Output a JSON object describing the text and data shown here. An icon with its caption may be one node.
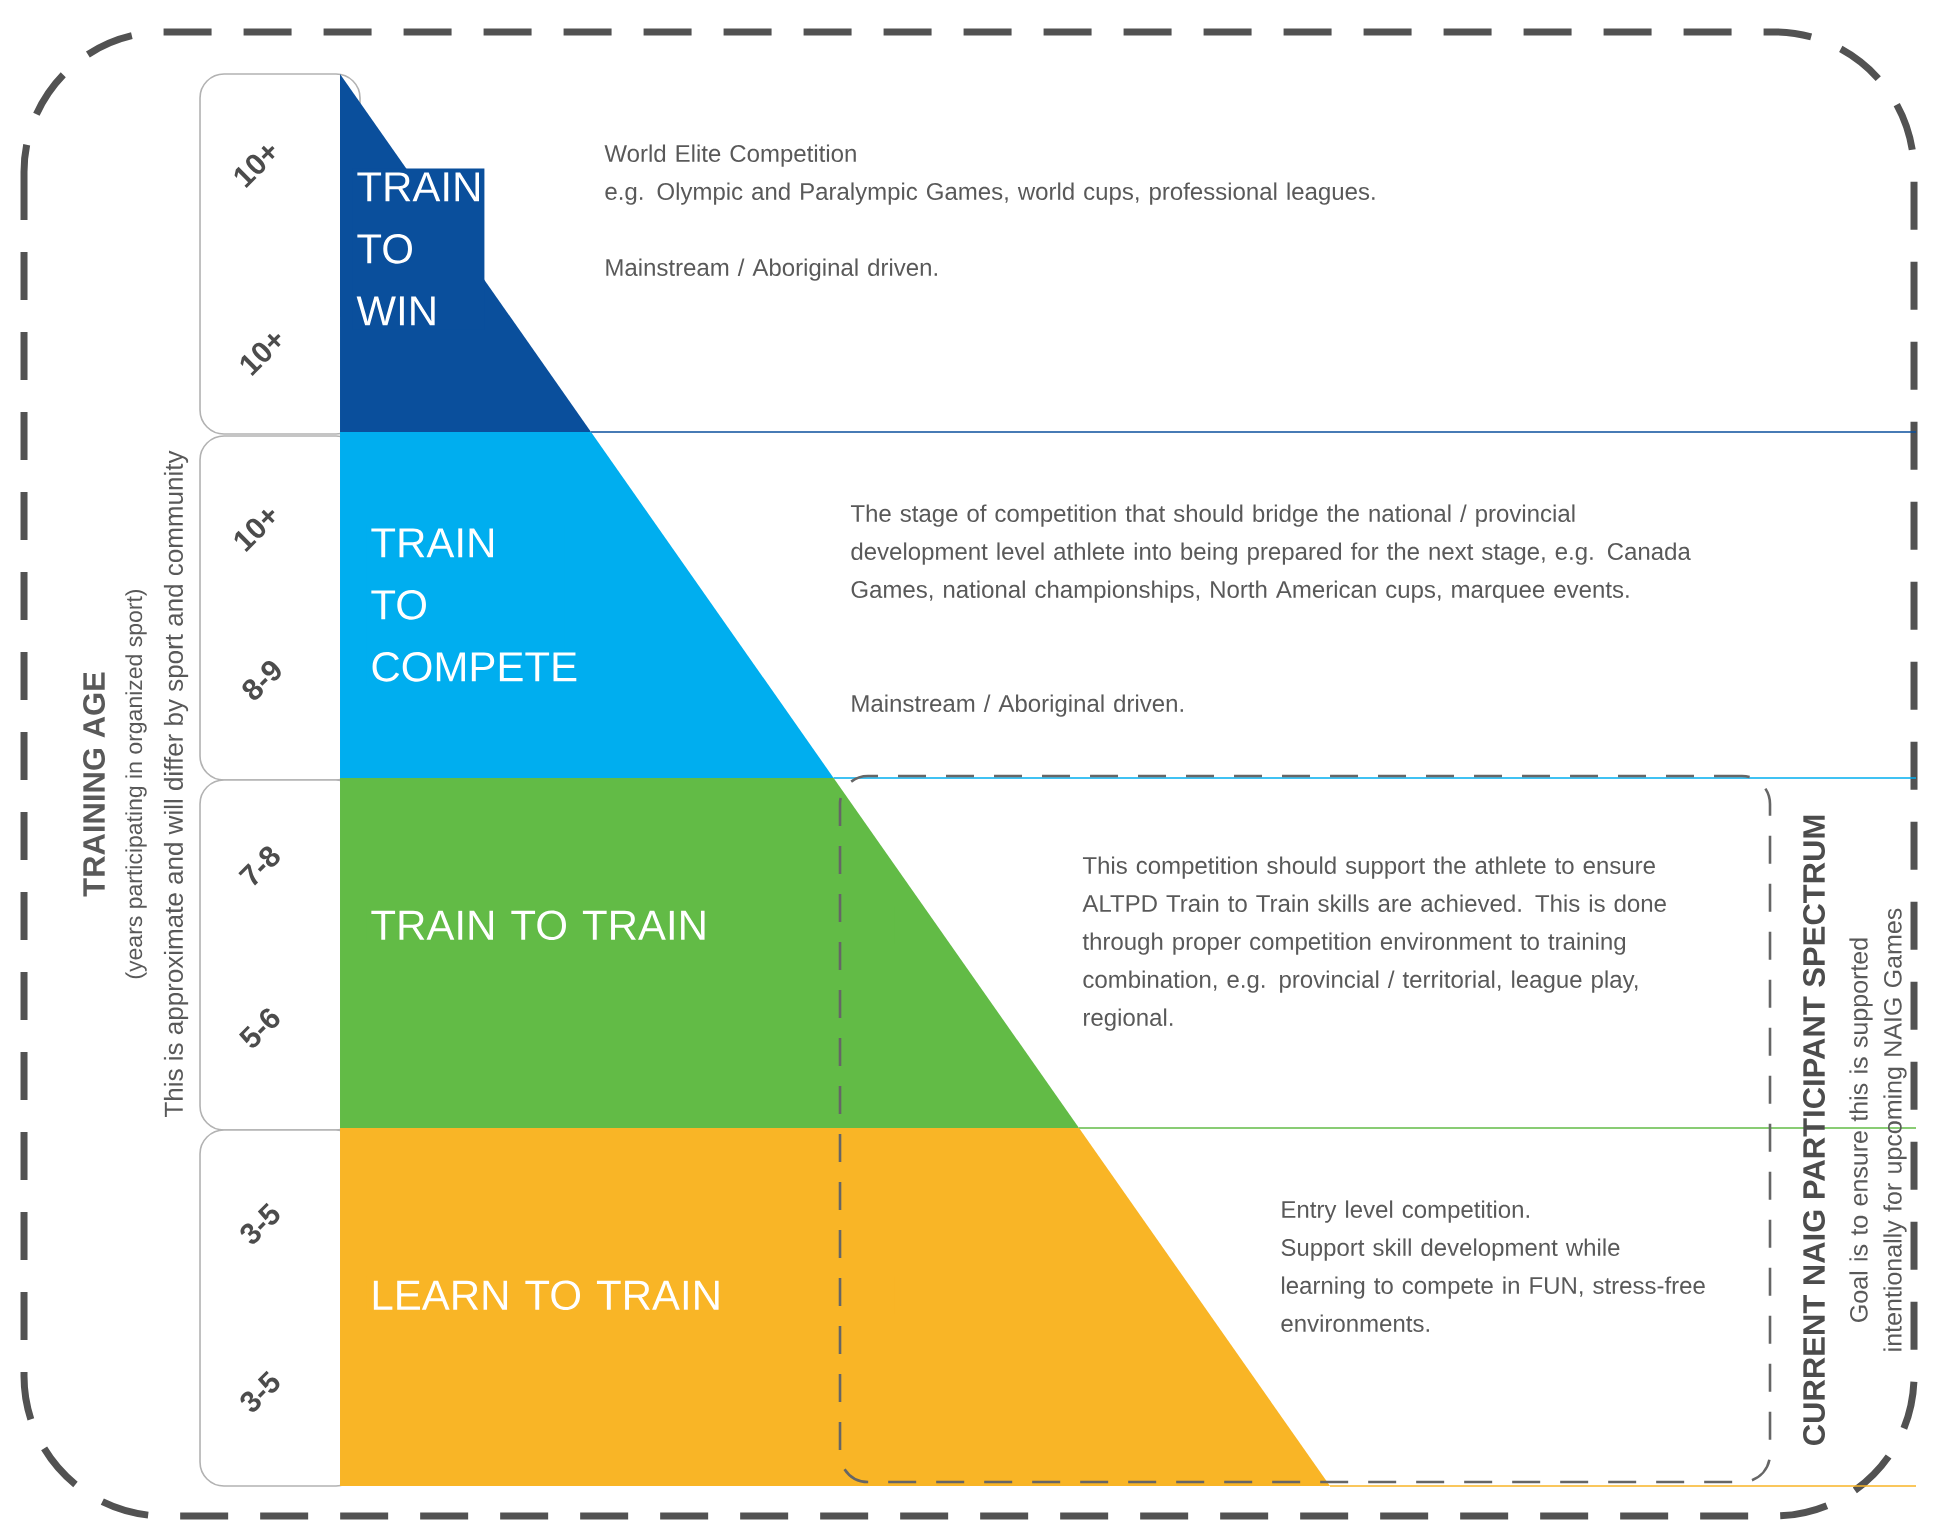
{
  "diagram": {
    "nodes": [
      {
        "text": [
          "TRAIN TO WIN"
        ],
        "beside": [
          "World Elite Competition",
          "e.g. Olympic and Paralympic Games, world cups, professional leagues.",
          "Mainstream / Aboriginal driven."
        ]
      },
      {
        "text": [
          "TRAIN TO COMPETE"
        ],
        "beside": [
          "The stage of competition that should bridge the national / provincial development level athlete into being prepared for the next stage, e.g. Canada Games, national championships, North American cups, marquee events.",
          "Mainstream / Aboriginal driven."
        ]
      },
      {
        "text": [
          "TRAIN TO TRAIN"
        ],
        "beside": [
          "This competition should support the athlete to ensure ALTPD Train to Train skills are achieved. This is done through proper competition environment to training combination, e.g. provincial / territorial, league play, regional."
        ]
      },
      {
        "text": [
          "LEARN TO TRAIN"
        ],
        "beside": [
          "Entry level competition.",
          "Support skill development while learning to compete in FUN, stress-free environments."
        ]
      },
      {
        "text": [
          "10+",
          "10+"
        ]
      },
      {
        "text": [
          "10+",
          "8-9"
        ]
      },
      {
        "text": [
          "7-8",
          "5-6"
        ]
      },
      {
        "text": [
          "3-5",
          "3-5"
        ]
      },
      {
        "text": [
          "CURRENT NAIG PARTICIPANT SPECTRUM",
          "Goal is to ensure this is supported intentionally for upcoming NAIG Games"
        ]
      }
    ],
    "edges": [],
    "labels": [
      "TRAINING AGE",
      "(years participating in organized sport)",
      "This is approximate and will differ by sport and community"
    ]
  }
}
